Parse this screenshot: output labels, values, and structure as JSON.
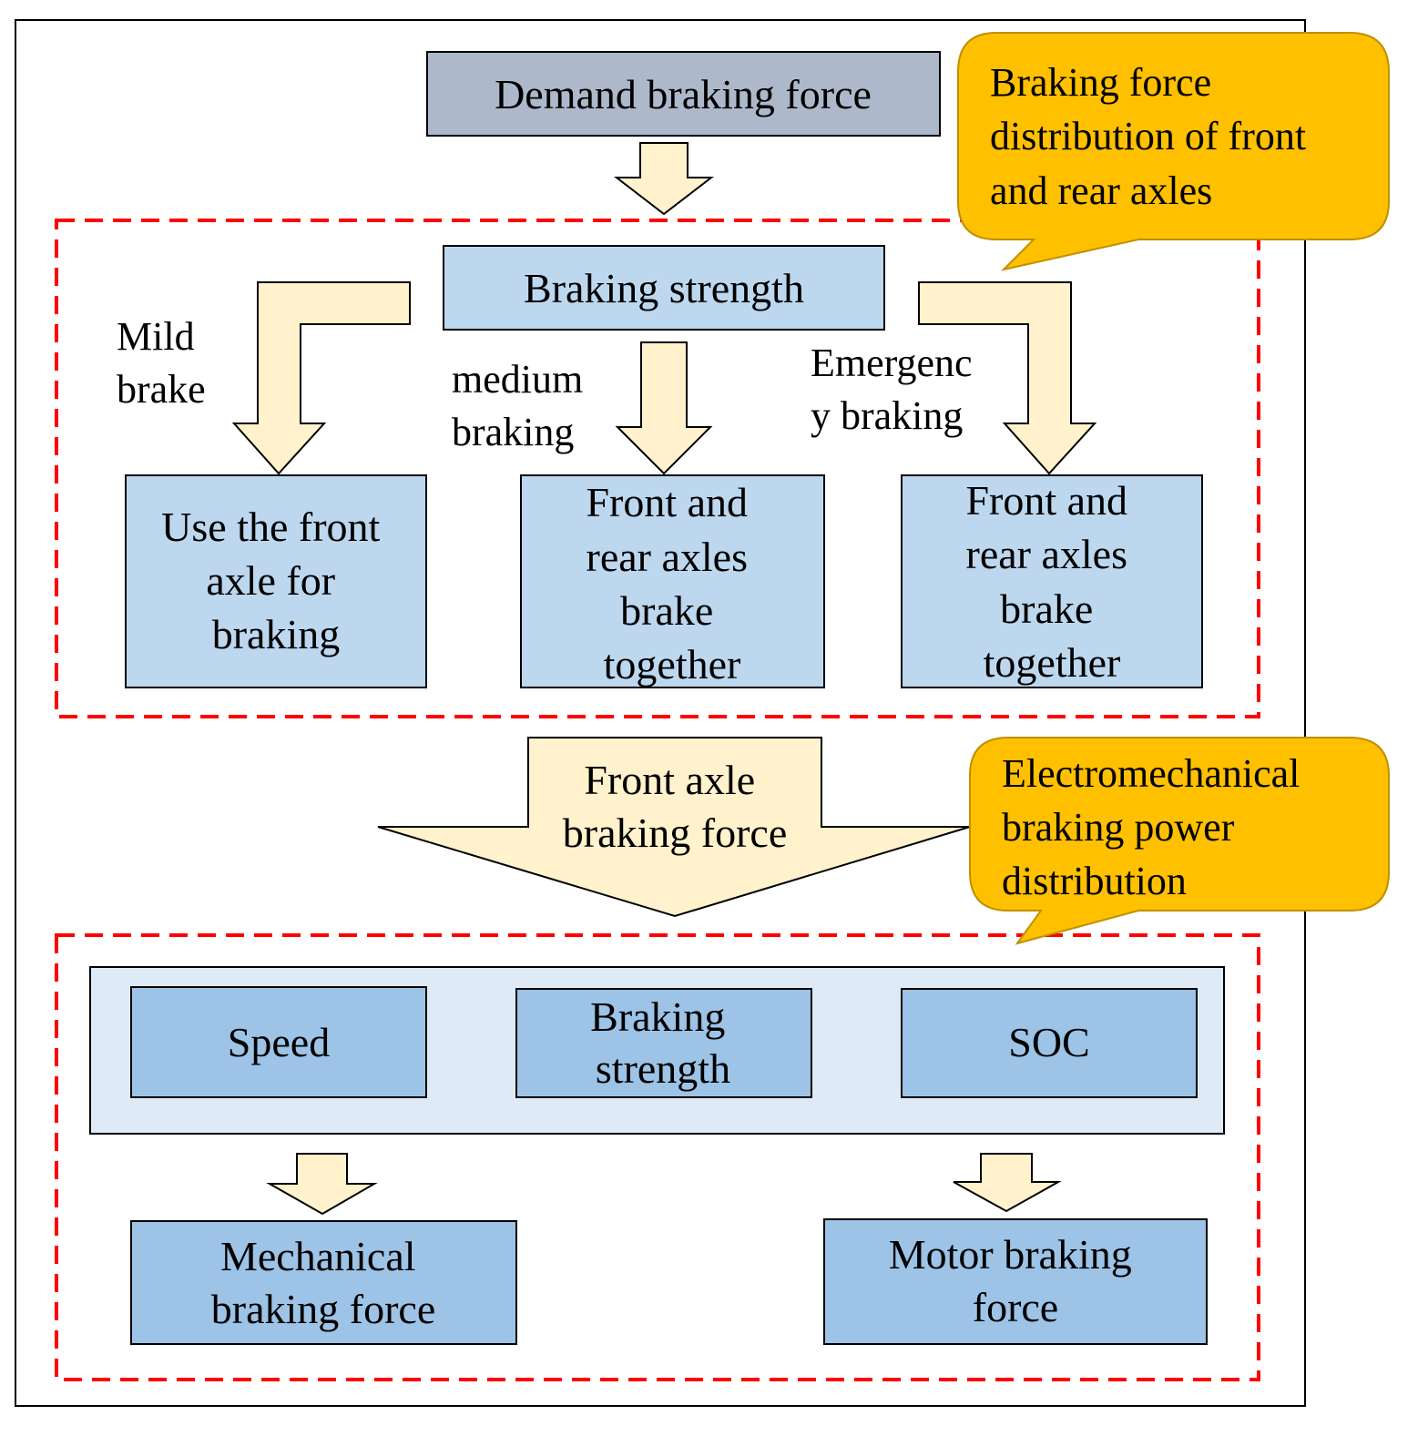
{
  "title_box": {
    "label": "Demand braking force"
  },
  "strength_box": {
    "label": "Braking strength"
  },
  "callouts": [
    {
      "lines": [
        "Braking force",
        "distribution of front",
        "and rear axles"
      ]
    },
    {
      "lines": [
        "Electromechanical",
        "braking power",
        "distribution"
      ]
    }
  ],
  "modes": [
    {
      "label_lines": [
        "Mild",
        "brake"
      ],
      "result_lines": [
        "Use the front",
        "axle for",
        "braking"
      ]
    },
    {
      "label_lines": [
        "medium",
        "braking"
      ],
      "result_lines": [
        "Front and",
        "rear axles",
        "brake",
        "together"
      ]
    },
    {
      "label_lines": [
        "Emergenc",
        "y braking"
      ],
      "result_lines": [
        "Front and",
        "rear axles",
        "brake",
        "together"
      ]
    }
  ],
  "front_axle_arrow": {
    "lines": [
      "Front axle",
      "braking force"
    ]
  },
  "inputs": [
    {
      "lines": [
        "Speed"
      ]
    },
    {
      "lines": [
        "Braking",
        "strength"
      ]
    },
    {
      "lines": [
        "SOC"
      ]
    }
  ],
  "outputs": [
    {
      "lines": [
        "Mechanical",
        "braking force"
      ]
    },
    {
      "lines": [
        "Motor braking",
        "force"
      ]
    }
  ],
  "colors": {
    "title_fill": "#adb9ca",
    "box_light": "#bdd7ee",
    "box_mid": "#9dc3e6",
    "group_bg": "#deebf7",
    "arrow_fill": "#fff2cc",
    "callout_fill": "#ffc000",
    "callout_stroke": "#bf9000",
    "dash_red": "#ff0000"
  }
}
